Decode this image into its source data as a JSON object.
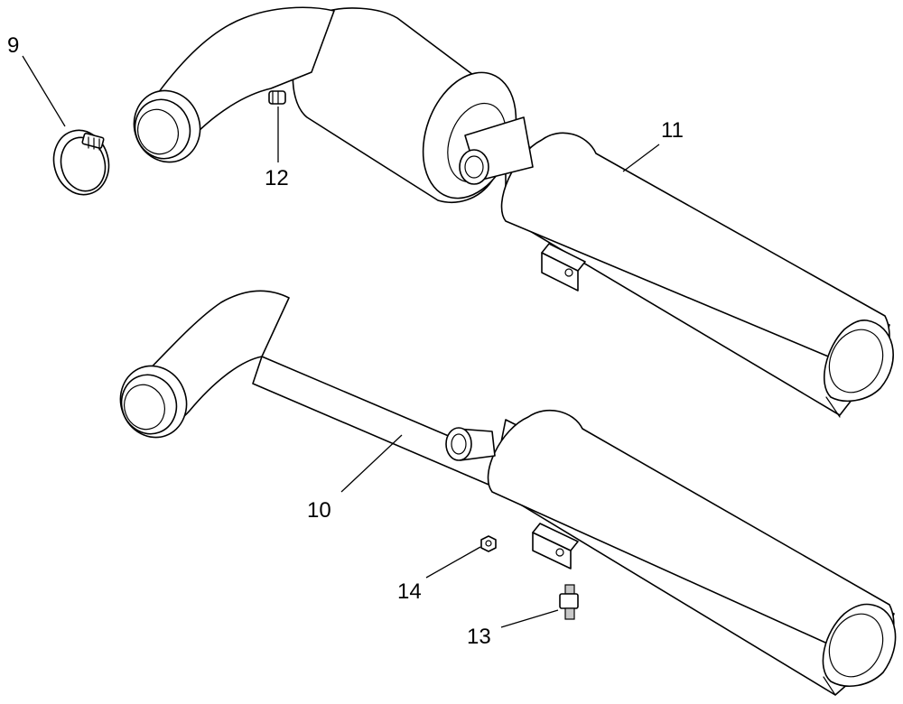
{
  "callouts": {
    "c9": "9",
    "c10": "10",
    "c11": "11",
    "c12": "12",
    "c13": "13",
    "c14": "14"
  }
}
